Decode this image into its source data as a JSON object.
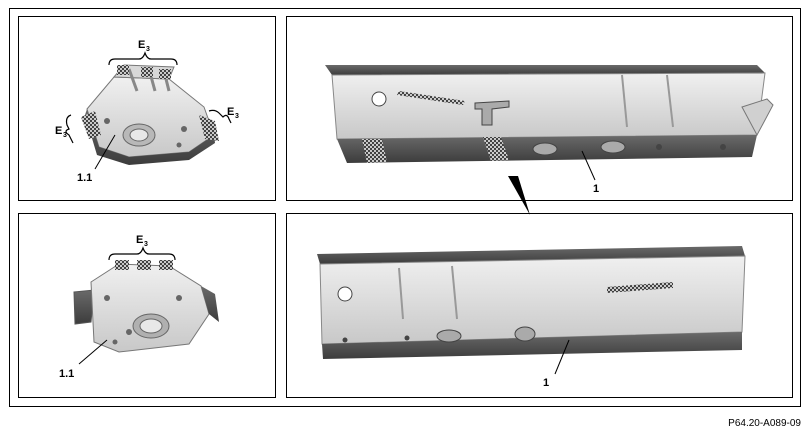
{
  "labels": {
    "weld_letter": "E",
    "weld_sub": "3",
    "part_bracket": "1.1",
    "part_rail": "1"
  },
  "reference_code": "P64.20-A089-09"
}
